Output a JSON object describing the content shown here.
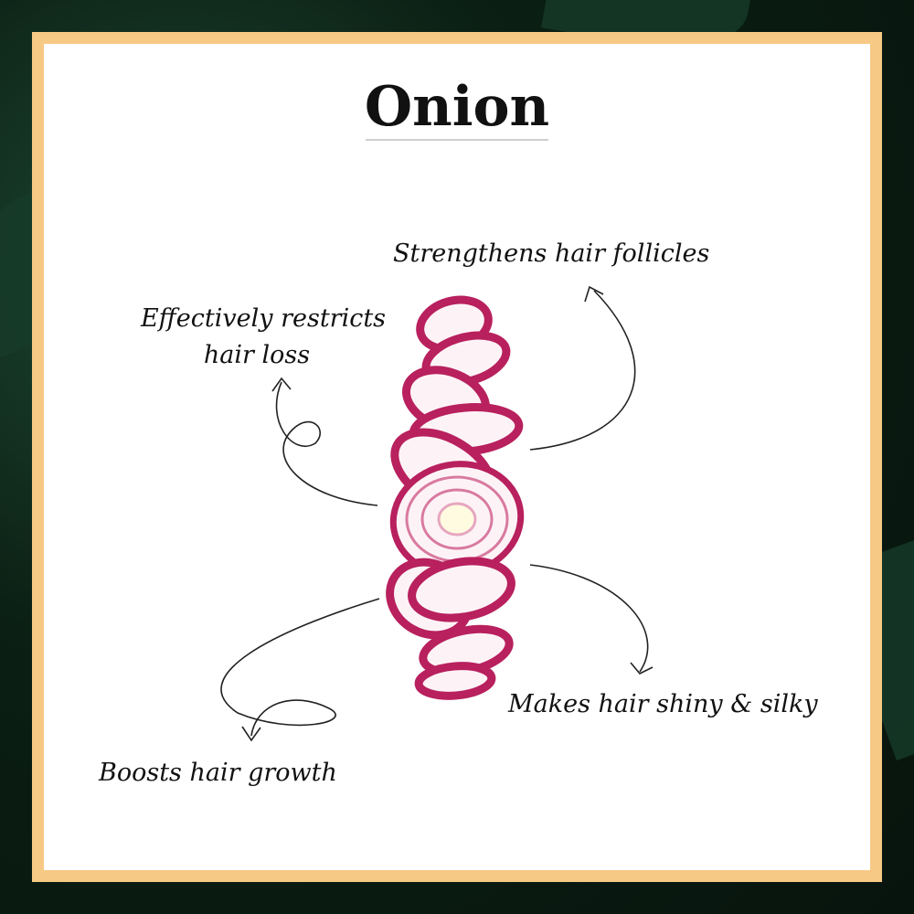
{
  "title": "Onion",
  "benefits": [
    {
      "text": "Strengthens hair follicles"
    },
    {
      "line1": "Effectively restricts",
      "line2": "hair loss"
    },
    {
      "text": "Makes hair shiny & silky"
    },
    {
      "text": "Boosts hair growth"
    }
  ],
  "colors": {
    "frame": "#f6c985",
    "onion": "#b8205e",
    "background": "#0b1f14"
  }
}
